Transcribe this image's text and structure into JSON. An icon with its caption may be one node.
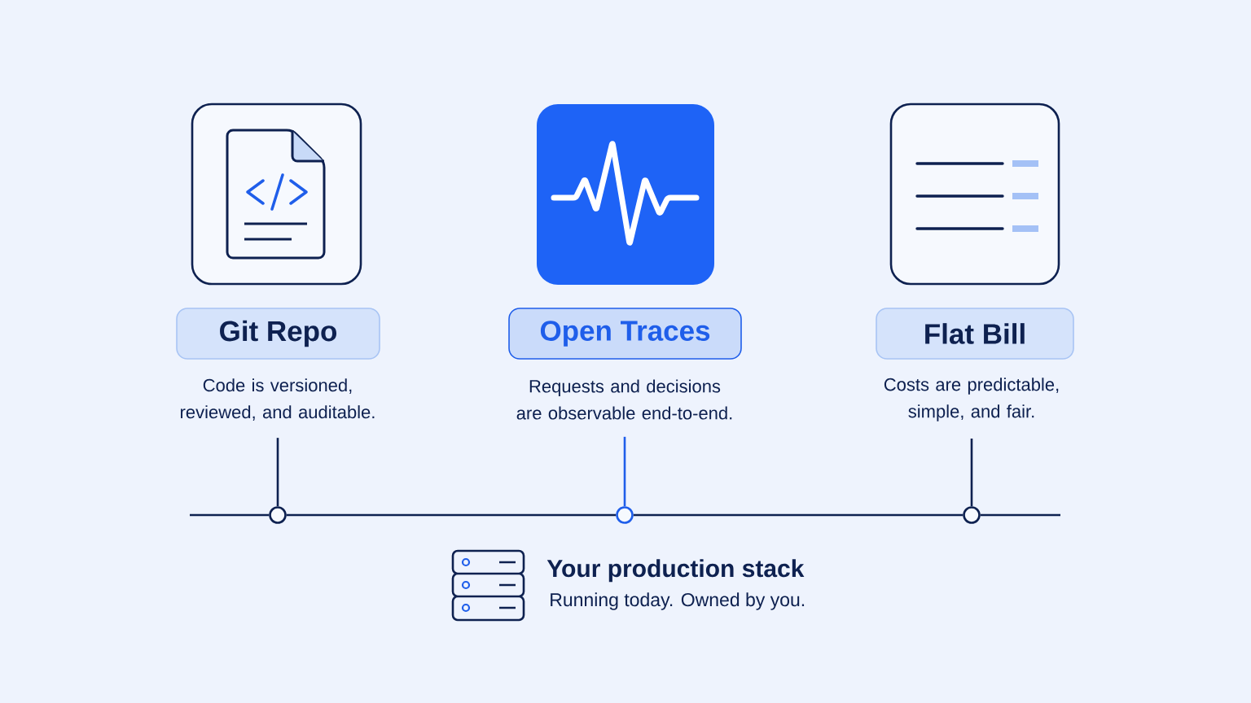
{
  "diagram": {
    "nodes": [
      {
        "text": [
          "Git Repo"
        ]
      },
      {
        "text": [
          "Open Traces"
        ]
      },
      {
        "text": [
          "Flat Bill"
        ]
      },
      {
        "text": [
          "Code is versioned, reviewed, and auditable."
        ]
      },
      {
        "text": [
          "Requests and decisions are observable end-to-end."
        ]
      },
      {
        "text": [
          "Costs are predictable, simple, and fair."
        ]
      },
      {
        "text": [],
        "shape": "circle"
      },
      {
        "text": [],
        "shape": "circle"
      },
      {
        "text": [],
        "shape": "circle"
      }
    ],
    "edges": [
      {
        "from": 3,
        "to": 6,
        "arrow": "none"
      },
      {
        "from": 4,
        "to": 7,
        "arrow": "none",
        "color": "#1f5eea"
      },
      {
        "from": 5,
        "to": 8,
        "arrow": "none"
      },
      {
        "from": null,
        "to": 6,
        "arrow": "none"
      },
      {
        "from": 6,
        "to": 7,
        "arrow": "none"
      },
      {
        "from": 7,
        "to": 8,
        "arrow": "none"
      },
      {
        "from": 8,
        "to": null,
        "arrow": "none"
      }
    ],
    "labels": [
      "Your production stack",
      "Running today. Owned by you."
    ]
  }
}
